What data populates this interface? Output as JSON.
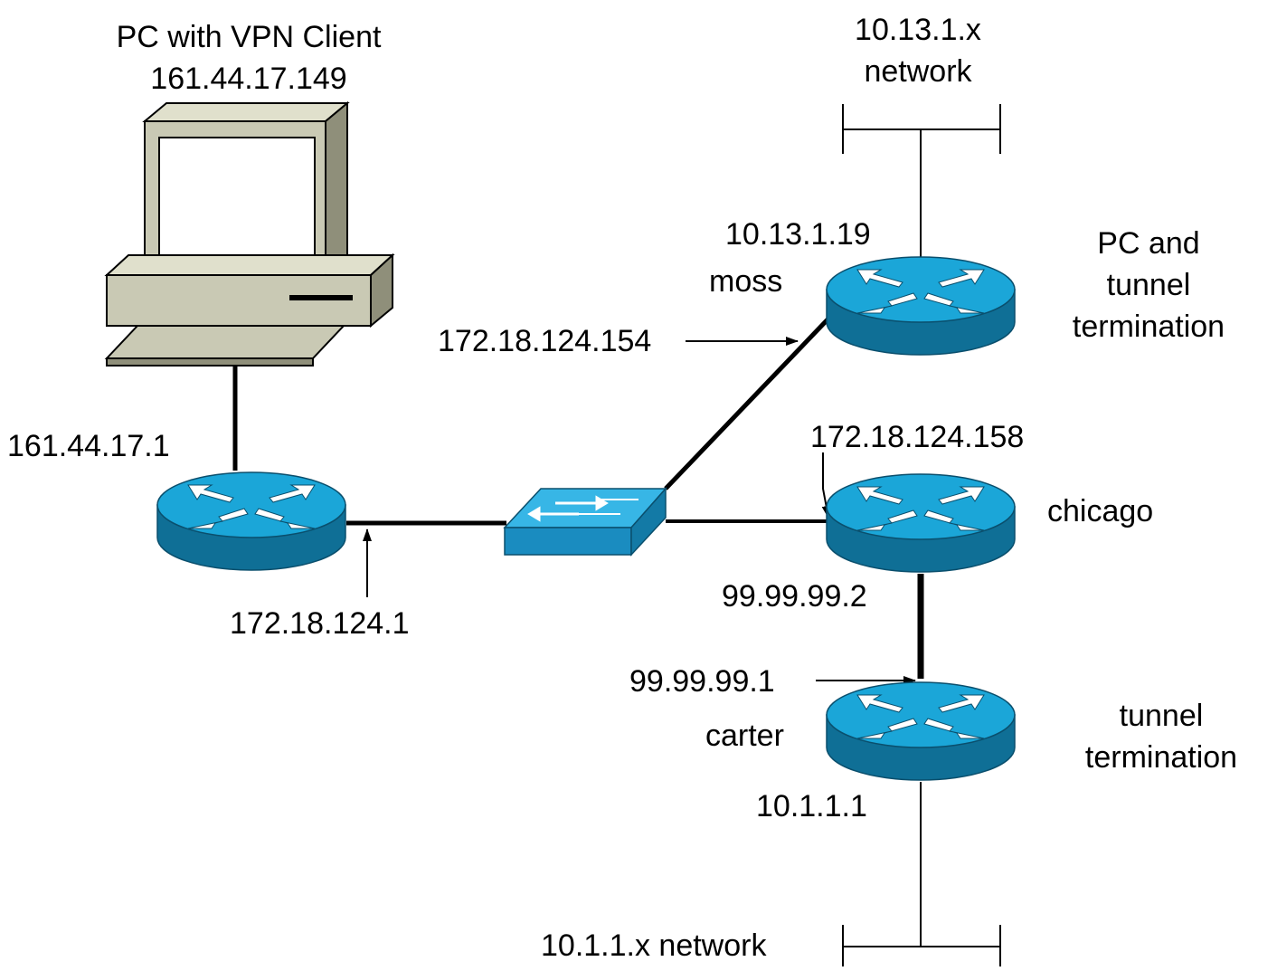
{
  "pc": {
    "title": "PC with VPN Client",
    "ip": "161.44.17.149"
  },
  "networks": {
    "top": {
      "line1": "10.13.1.x",
      "line2": "network"
    },
    "bottom": {
      "label": "10.1.1.x network"
    }
  },
  "routers": {
    "pc_gateway": {
      "ip": "161.44.17.1",
      "uplink_ip": "172.18.124.1"
    },
    "moss": {
      "name": "moss",
      "inside_ip": "10.13.1.19",
      "outside_ip": "172.18.124.154",
      "role_line1": "PC and",
      "role_line2": "tunnel",
      "role_line3": "termination"
    },
    "chicago": {
      "name": "chicago",
      "outside_ip": "172.18.124.158",
      "serial_ip": "99.99.99.2"
    },
    "carter": {
      "name": "carter",
      "serial_ip": "99.99.99.1",
      "inside_ip": "10.1.1.1",
      "role_line1": "tunnel",
      "role_line2": "termination"
    }
  },
  "colors": {
    "router_top": "#1ba6d8",
    "router_side": "#0f6f96",
    "switch_top": "#37b6e6",
    "switch_side": "#137aa6",
    "pc_body": "#c9c9b4",
    "pc_shadow": "#8f8f7a",
    "line": "#000000"
  },
  "icons": [
    "computer-icon",
    "router-icon",
    "switch-icon"
  ]
}
